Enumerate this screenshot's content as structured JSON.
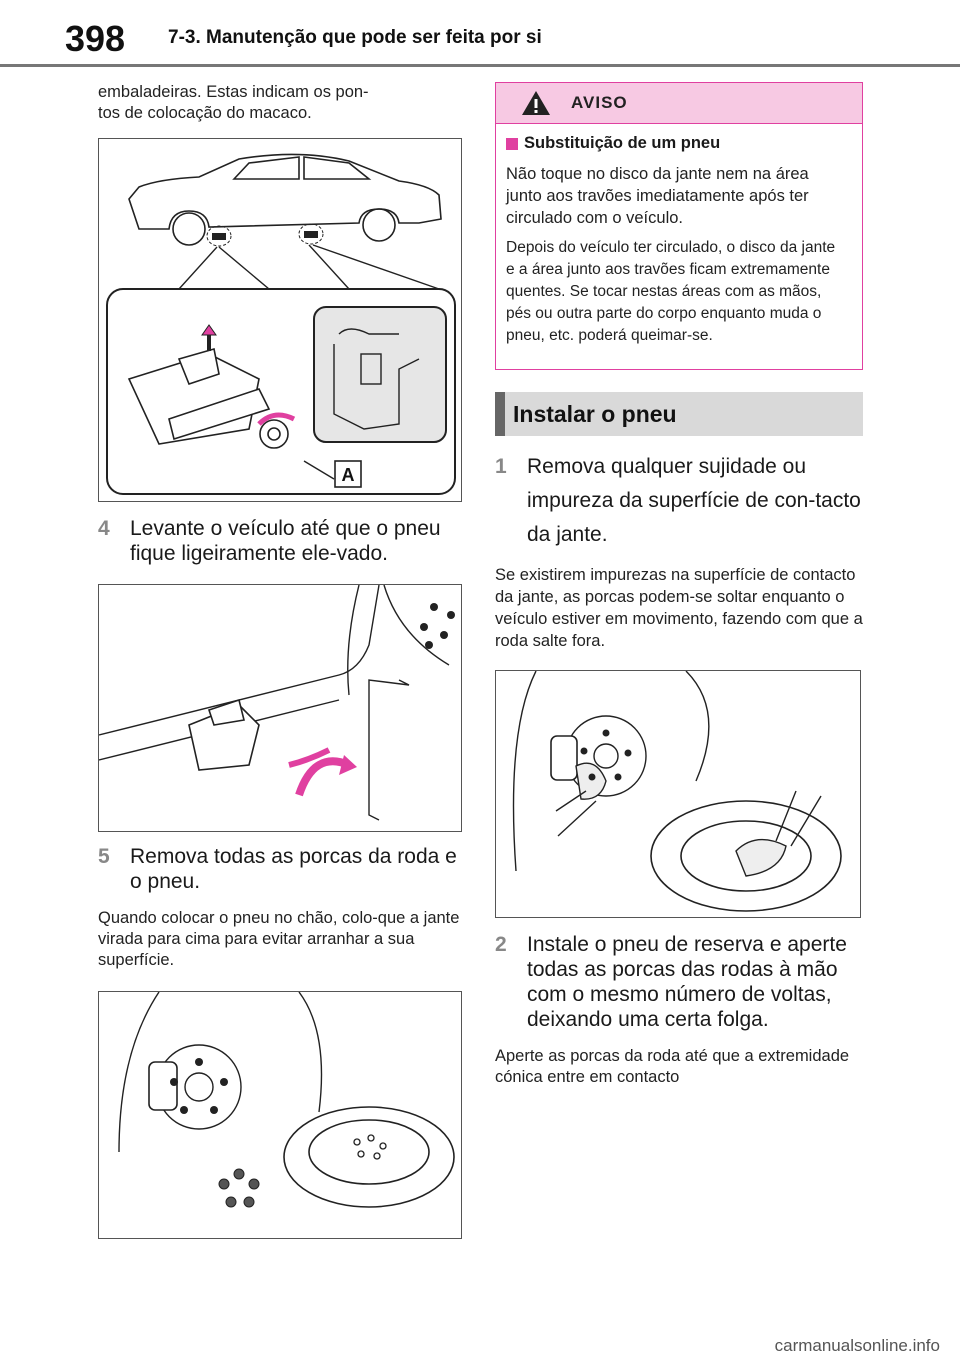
{
  "header": {
    "page_number": "398",
    "section_title": "7-3. Manutenção que pode ser feita por si"
  },
  "left": {
    "intro_text": "embaladeiras. Estas indicam os pon-\ntos de colocação do macaco.",
    "figure1_label": "A",
    "step4": {
      "num": "4",
      "text": "Levante o veículo até que o pneu fique ligeiramente ele-vado."
    },
    "step5": {
      "num": "5",
      "text": "Remova todas as porcas da roda e o pneu."
    },
    "step5_note": "Quando colocar o pneu no chão, colo-que a jante virada para cima para evitar arranhar a sua superfície."
  },
  "warning": {
    "title": "AVISO",
    "subtitle": "Substituição de um pneu",
    "p1": "Não toque no disco da jante nem na área junto aos travões imediatamente após ter circulado com o veículo.",
    "p2": "Depois do veículo ter circulado, o disco da jante e a área junto aos travões ficam extremamente quentes. Se tocar nestas áreas com as mãos, pés ou outra parte do corpo enquanto muda o pneu, etc. poderá queimar-se."
  },
  "install": {
    "title": "Instalar o pneu",
    "step1": {
      "num": "1",
      "text": "Remova qualquer sujidade ou impureza da superfície de con-tacto da jante."
    },
    "step1_note": "Se existirem impurezas na superfície de contacto da jante, as porcas podem-se soltar enquanto o veículo estiver em movimento, fazendo com que a roda salte fora.",
    "step2": {
      "num": "2",
      "text": "Instale o pneu de reserva e aperte todas as porcas das rodas à mão com o mesmo número de voltas, deixando uma certa folga."
    },
    "step2_note": "Aperte as porcas da roda até que a extremidade cónica entre em contacto"
  },
  "footer": {
    "watermark": "carmanualsonline.info"
  },
  "colors": {
    "accent_pink": "#e040a0",
    "warning_bg": "#f7c9e3",
    "subsection_bg": "#d9d9d9"
  }
}
